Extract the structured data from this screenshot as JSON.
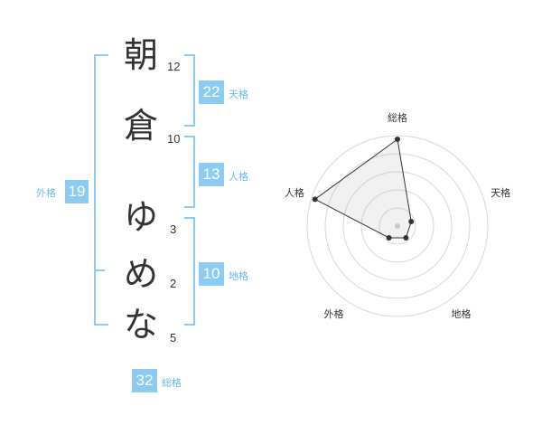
{
  "name": {
    "chars": [
      {
        "char": "朝",
        "strokes": "12"
      },
      {
        "char": "倉",
        "strokes": "10"
      },
      {
        "char": "ゆ",
        "strokes": "3"
      },
      {
        "char": "め",
        "strokes": "2"
      },
      {
        "char": "な",
        "strokes": "5"
      }
    ]
  },
  "kakusu": {
    "ten": {
      "value": "22",
      "label": "天格"
    },
    "jin": {
      "value": "13",
      "label": "人格"
    },
    "chi": {
      "value": "10",
      "label": "地格"
    },
    "gai": {
      "value": "19",
      "label": "外格"
    },
    "sou": {
      "value": "32",
      "label": "総格"
    }
  },
  "colors": {
    "accent": "#8ccbf2",
    "label": "#66b8eb",
    "text": "#333333"
  },
  "chart_data": {
    "type": "radar",
    "axes": [
      "総格",
      "天格",
      "地格",
      "外格",
      "人格"
    ],
    "values": [
      5,
      1,
      1,
      1,
      5
    ],
    "max": 5,
    "rings": 5,
    "grid": true
  }
}
